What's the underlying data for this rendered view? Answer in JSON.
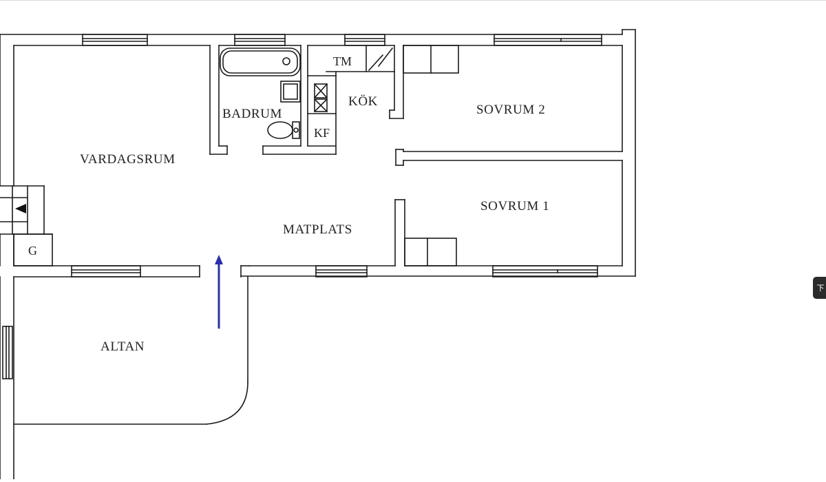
{
  "floorplan": {
    "rooms": {
      "vardagsrum": "VARDAGSRUM",
      "badrum": "BADRUM",
      "tm": "TM",
      "kok": "KÖK",
      "kf": "KF",
      "sovrum2": "SOVRUM 2",
      "sovrum1": "SOVRUM 1",
      "matplats": "MATPLATS",
      "altan": "ALTAN",
      "g": "G"
    },
    "arrow_color": "#2b2fa8",
    "wall_color": "#1a1a1a"
  },
  "side_tab": {
    "label": "下",
    "icon": "scroll-down-icon"
  }
}
